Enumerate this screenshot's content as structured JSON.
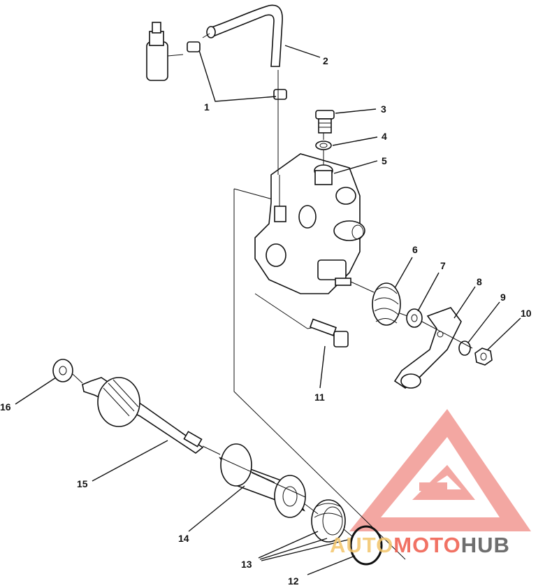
{
  "callouts": [
    "1",
    "2",
    "3",
    "4",
    "5",
    "6",
    "7",
    "8",
    "9",
    "10",
    "11",
    "12",
    "13",
    "14",
    "15",
    "16"
  ],
  "watermark": {
    "word_auto": "AUTO",
    "word_moto": "MOTO",
    "word_hub": "HUB",
    "color_auto": "#f3c56b",
    "color_moto": "#ef5a4a",
    "color_hub": "#555555",
    "logo_color": "#f08a84"
  }
}
